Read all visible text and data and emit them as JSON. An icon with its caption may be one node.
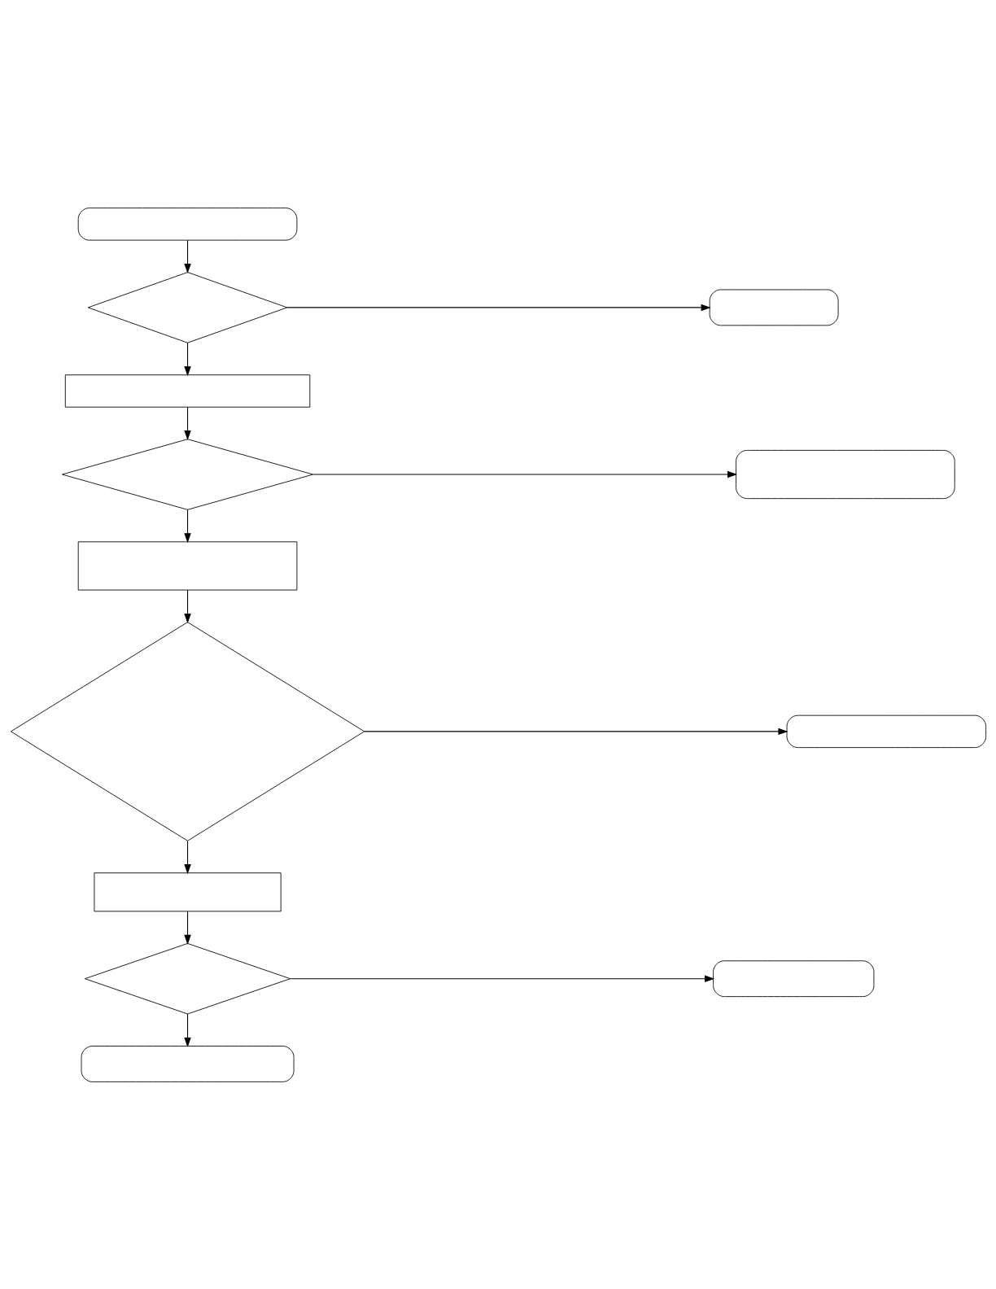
{
  "diagram": {
    "nodes": [
      {
        "text": [],
        "shape": "stadium"
      },
      {
        "text": [],
        "shape": "diamond"
      },
      {
        "text": [],
        "shape": "stadium"
      },
      {
        "text": [],
        "shape": "box"
      },
      {
        "text": [],
        "shape": "diamond"
      },
      {
        "text": [],
        "shape": "stadium"
      },
      {
        "text": [],
        "shape": "box"
      },
      {
        "text": [],
        "shape": "diamond"
      },
      {
        "text": [],
        "shape": "stadium"
      },
      {
        "text": [],
        "shape": "box"
      },
      {
        "text": [],
        "shape": "diamond"
      },
      {
        "text": [],
        "shape": "stadium"
      },
      {
        "text": [],
        "shape": "stadium"
      }
    ],
    "edges": [
      {
        "from": 0,
        "to": 1,
        "arrow": "to"
      },
      {
        "from": 1,
        "to": 2,
        "arrow": "to"
      },
      {
        "from": 1,
        "to": 3,
        "arrow": "to"
      },
      {
        "from": 3,
        "to": 4,
        "arrow": "to"
      },
      {
        "from": 4,
        "to": 5,
        "arrow": "to"
      },
      {
        "from": 4,
        "to": 6,
        "arrow": "to"
      },
      {
        "from": 6,
        "to": 7,
        "arrow": "to"
      },
      {
        "from": 7,
        "to": 8,
        "arrow": "to"
      },
      {
        "from": 7,
        "to": 9,
        "arrow": "to"
      },
      {
        "from": 9,
        "to": 10,
        "arrow": "to"
      },
      {
        "from": 10,
        "to": 11,
        "arrow": "to"
      },
      {
        "from": 10,
        "to": 12,
        "arrow": "to"
      }
    ]
  }
}
